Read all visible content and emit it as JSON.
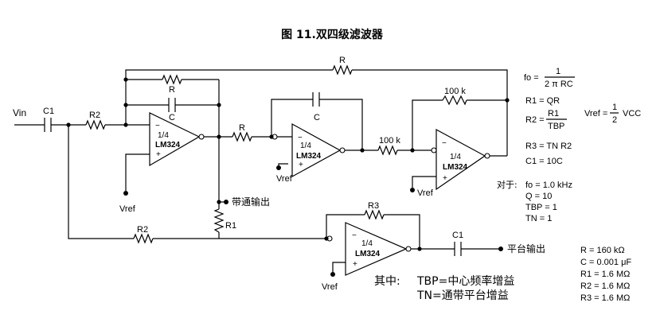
{
  "title": "图 11.双四级滤波器",
  "opamps": {
    "part": "LM324",
    "fraction": "1/4",
    "minus": "−",
    "plus": "+"
  },
  "reference": "Vref",
  "labels": {
    "vin": "Vin",
    "c1_in": "C1",
    "r2_in": "R2",
    "r_top": "R",
    "r_fb1": "R",
    "c_fb1": "C",
    "r_12": "R",
    "c_int": "C",
    "r_23": "100 k",
    "r_fb3": "100 k",
    "r1_shunt": "R1",
    "r2_bottom": "R2",
    "r3_fb": "R3",
    "c1_out": "C1",
    "bp_out": "带通输出",
    "notch_out": "平台输出"
  },
  "formulas": {
    "fo_lhs": "fo =",
    "fo_num": "1",
    "fo_den": "2 π RC",
    "r1_eq": "R1 = QR",
    "r2_lhs": "R2 =",
    "r2_num": "R1",
    "r2_den": "TBP",
    "r3_eq": "R3 = TN R2",
    "c1_eq": "C1 = 10C",
    "vref_lhs": "Vref =",
    "vref_num": "1",
    "vref_den": "2",
    "vref_rhs": "VCC"
  },
  "conditions": {
    "header": "对于:",
    "fo": "fo = 1.0 kHz",
    "q": "Q = 10",
    "tbp": "TBP = 1",
    "tn": "TN = 1"
  },
  "values": [
    "R    = 160 kΩ",
    "C    = 0.001 μF",
    "R1 = 1.6 MΩ",
    "R2 = 1.6 MΩ",
    "R3 = 1.6 MΩ"
  ],
  "legend": {
    "prefix": "其中:",
    "tbp_line": "TBP=中心频率增益",
    "tn_line": "TN=通带平台增益"
  }
}
